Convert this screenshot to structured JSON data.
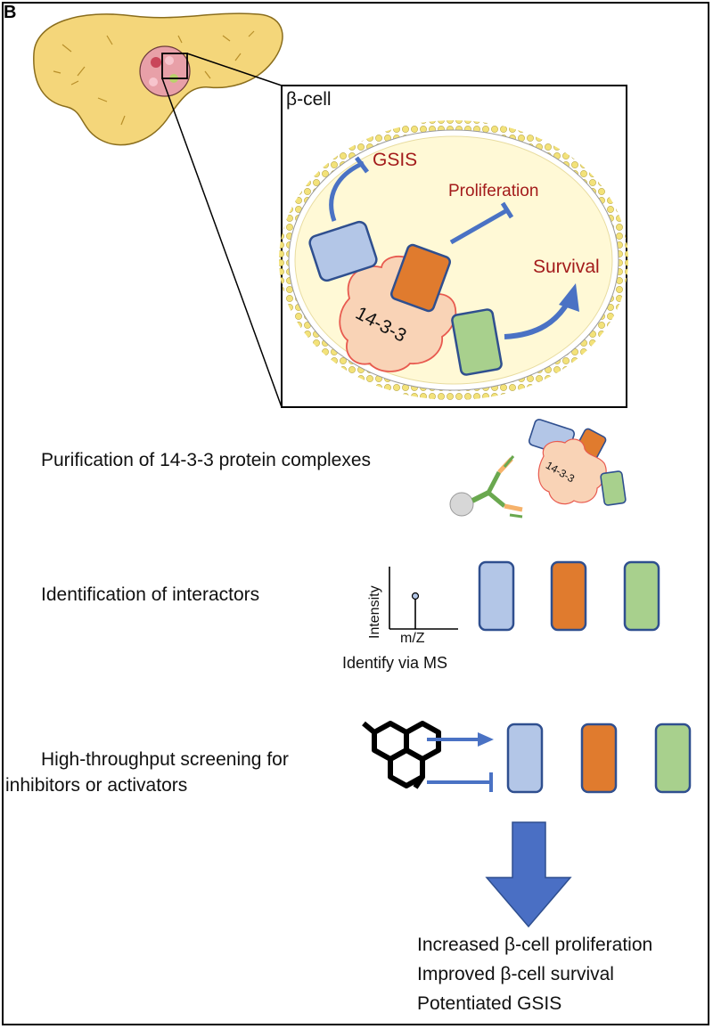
{
  "panel_label": "B",
  "cell": {
    "title": "β-cell",
    "protein_label": "14-3-3",
    "outputs": {
      "gsis": "GSIS",
      "proliferation": "Proliferation",
      "survival": "Survival"
    }
  },
  "steps": [
    {
      "text": "Purification of 14-3-3 protein complexes"
    },
    {
      "text": "Identification of interactors"
    },
    {
      "text_line1": "High-throughput screening for",
      "text_line2": "inhibitors or activators"
    }
  ],
  "ms_plot": {
    "y_label": "Intensity",
    "x_label": "m/Z",
    "caption": "Identify via MS"
  },
  "small_protein_label": "14-3-3",
  "outcomes": [
    "Increased β-cell proliferation",
    "Improved β-cell survival",
    "Potentiated GSIS"
  ],
  "colors": {
    "blue_box": "#b3c6e7",
    "orange_box": "#e07b2e",
    "green_box": "#a8d08d",
    "box_border": "#2f4f8f",
    "cell_fill": "#fff9d6",
    "membrane": "#f3e27a",
    "protein_fill": "#f9d3b6",
    "protein_border": "#e85a4f",
    "arrow_blue": "#4a72c4",
    "output_text": "#a31b1b",
    "pancreas": "#f4d67a"
  }
}
